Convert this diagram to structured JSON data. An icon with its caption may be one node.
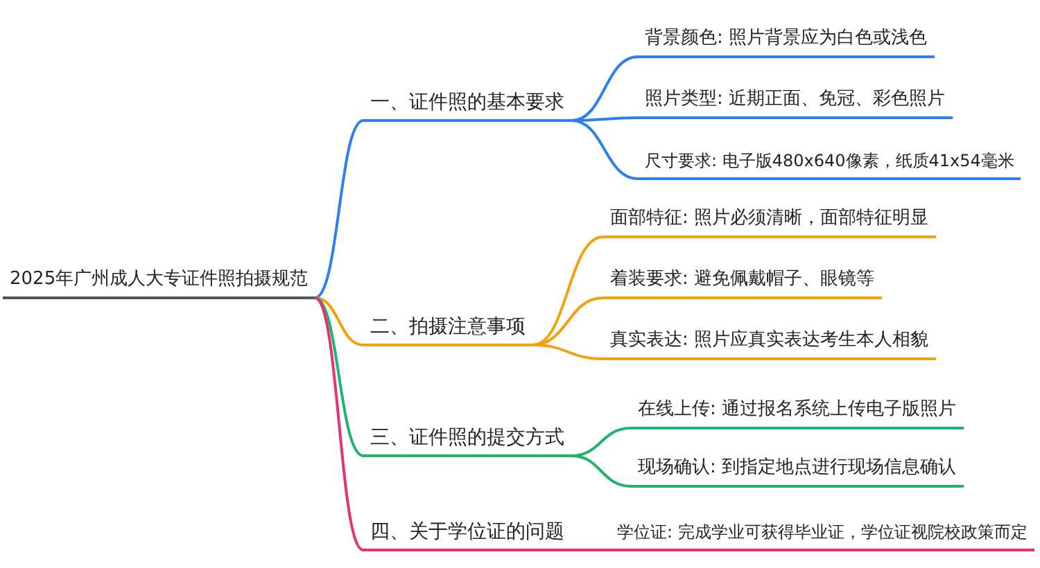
{
  "diagram": {
    "nodes": [
      {
        "text": [
          "2025年广州成人大专证件照拍摄规范"
        ]
      },
      {
        "text": [
          "一、证件照的基本要求"
        ]
      },
      {
        "text": [
          "背景颜色: 照片背景应为白色或浅色"
        ]
      },
      {
        "text": [
          "照片类型: 近期正面、免冠、彩色照片"
        ]
      },
      {
        "text": [
          "尺寸要求: 电子版480x640像素，纸质41x54毫米"
        ]
      },
      {
        "text": [
          "二、拍摄注意事项"
        ]
      },
      {
        "text": [
          "面部特征: 照片必须清晰，面部特征明显"
        ]
      },
      {
        "text": [
          "着装要求: 避免佩戴帽子、眼镜等"
        ]
      },
      {
        "text": [
          "真实表达: 照片应真实表达考生本人相貌"
        ]
      },
      {
        "text": [
          "三、证件照的提交方式"
        ]
      },
      {
        "text": [
          "在线上传: 通过报名系统上传电子版照片"
        ]
      },
      {
        "text": [
          "现场确认: 到指定地点进行现场信息确认"
        ]
      },
      {
        "text": [
          "四、关于学位证的问题"
        ]
      },
      {
        "text": [
          "学位证: 完成学业可获得毕业证，学位证视院校政策而定"
        ]
      }
    ],
    "edges": [
      {
        "from": 0,
        "to": 1,
        "arrow": "none",
        "color": "#2d7ff0"
      },
      {
        "from": 1,
        "to": 2,
        "arrow": "none",
        "color": "#2d7ff0"
      },
      {
        "from": 1,
        "to": 3,
        "arrow": "none",
        "color": "#2d7ff0"
      },
      {
        "from": 1,
        "to": 4,
        "arrow": "none",
        "color": "#2d7ff0"
      },
      {
        "from": 0,
        "to": 5,
        "arrow": "none",
        "color": "#f2a20c"
      },
      {
        "from": 5,
        "to": 6,
        "arrow": "none",
        "color": "#f2a20c"
      },
      {
        "from": 5,
        "to": 7,
        "arrow": "none",
        "color": "#f2a20c"
      },
      {
        "from": 5,
        "to": 8,
        "arrow": "none",
        "color": "#f2a20c"
      },
      {
        "from": 0,
        "to": 9,
        "arrow": "none",
        "color": "#1db46c"
      },
      {
        "from": 9,
        "to": 10,
        "arrow": "none",
        "color": "#1db46c"
      },
      {
        "from": 9,
        "to": 11,
        "arrow": "none",
        "color": "#1db46c"
      },
      {
        "from": 0,
        "to": 12,
        "arrow": "none",
        "color": "#e8316e"
      },
      {
        "from": 12,
        "to": 13,
        "arrow": "none",
        "color": "#e8316e"
      }
    ]
  }
}
